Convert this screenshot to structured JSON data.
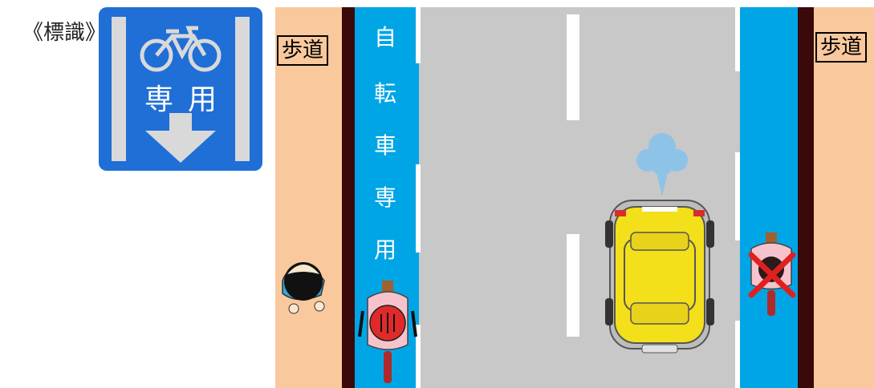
{
  "sign": {
    "caption": "《標識》",
    "text": "専用",
    "background_color": "#1f6fd6",
    "icons": [
      "bicycle-icon",
      "down-arrow-icon"
    ]
  },
  "road": {
    "sidewalk_left_label": "歩道",
    "sidewalk_right_label": "歩道",
    "lane_label_chars": [
      "自",
      "転",
      "車",
      "専",
      "用"
    ],
    "colors": {
      "sidewalk": "#f9c89c",
      "bike_lane": "#00a5e6",
      "road": "#c8c8c8",
      "curb": "#3a0a0a",
      "car": "#f3df1a"
    }
  }
}
